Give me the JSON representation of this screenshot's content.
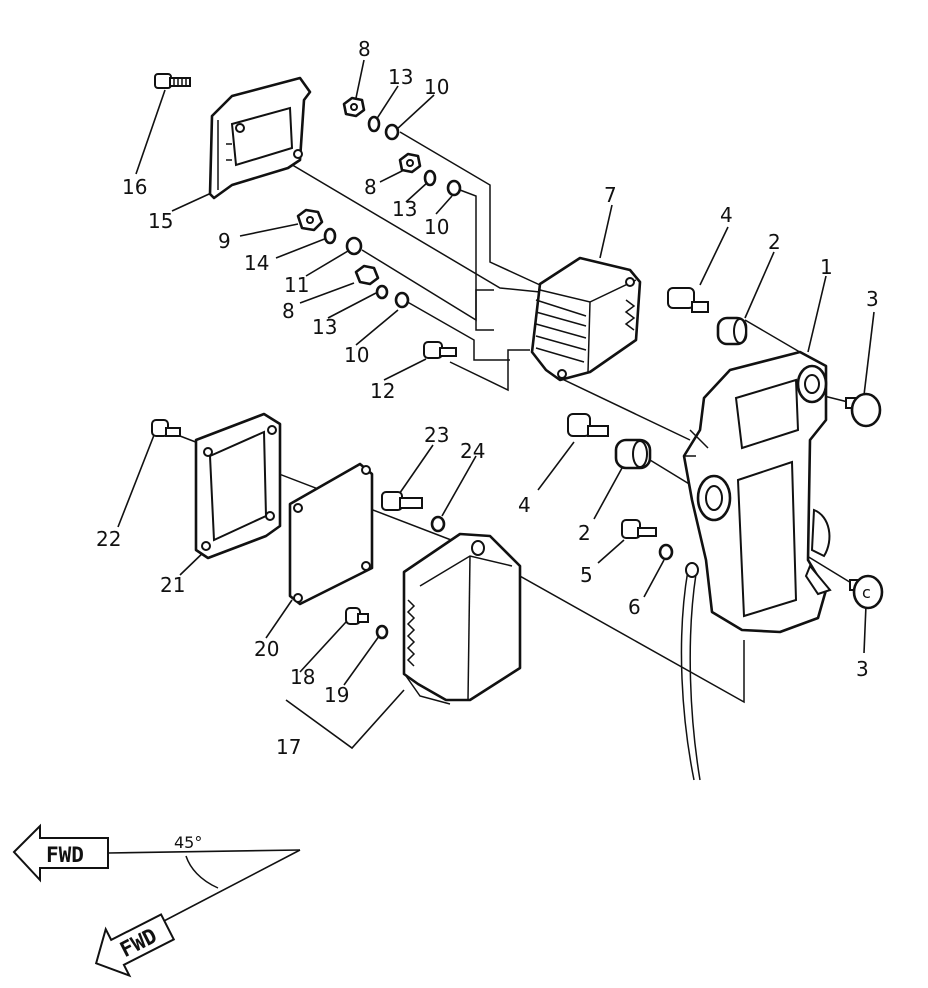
{
  "diagram": {
    "callouts": [
      "1",
      "2",
      "2",
      "3",
      "3",
      "4",
      "4",
      "5",
      "6",
      "7",
      "8",
      "8",
      "8",
      "9",
      "10",
      "10",
      "10",
      "11",
      "12",
      "13",
      "13",
      "13",
      "14",
      "15",
      "16",
      "17",
      "18",
      "19",
      "20",
      "21",
      "22",
      "23",
      "24"
    ],
    "fwd_label": "FWD",
    "fwd_label_rotated": "FWD",
    "angle_label": "45°"
  }
}
